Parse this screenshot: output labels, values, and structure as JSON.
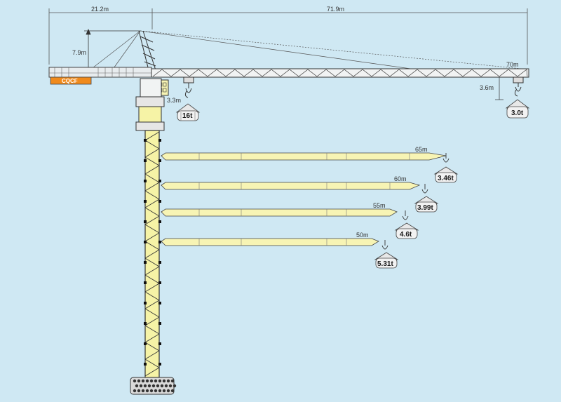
{
  "dimensions": {
    "counter_jib": "21.2m",
    "main_jib": "71.9m",
    "tower_head_height": "7.9m",
    "min_radius": "3.3m",
    "hook_drop": "3.6m",
    "max_radius": "70m"
  },
  "brand": {
    "text": "CQCF",
    "color": "#f08a1c"
  },
  "loads": {
    "near_hook": "16t",
    "tip_hook": "3.0t"
  },
  "jib_options": [
    {
      "length": "65m",
      "tip_load": "3.46t"
    },
    {
      "length": "60m",
      "tip_load": "3.99t"
    },
    {
      "length": "55m",
      "tip_load": "4.6t"
    },
    {
      "length": "50m",
      "tip_load": "5.31t"
    }
  ],
  "colors": {
    "background": "#cfe8f3",
    "mast_fill": "#f6f3a6",
    "jib_fill": "#f7f4b4",
    "steel": "#333333"
  }
}
